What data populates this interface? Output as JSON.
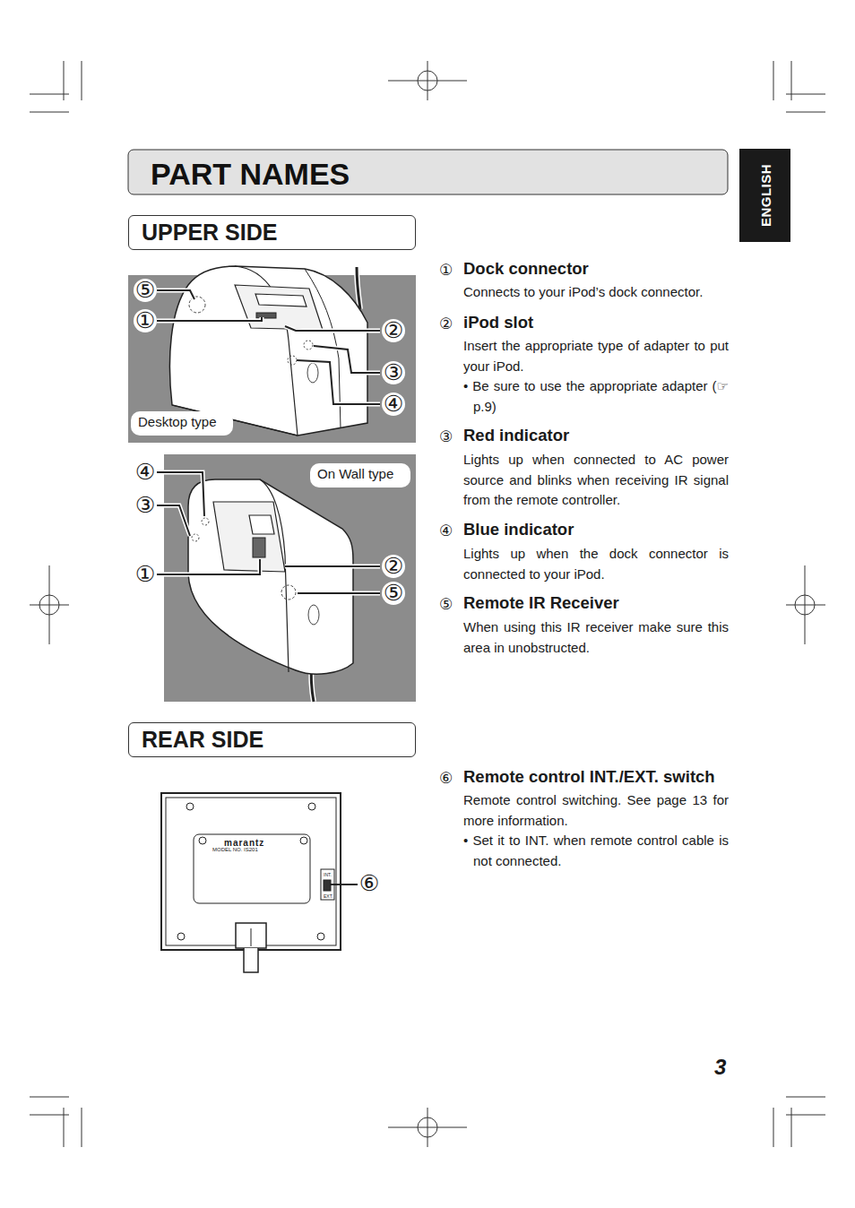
{
  "diagram": {
    "title": "PART NAMES",
    "nodes": [
      {
        "text": [
          "ENGLISH"
        ]
      },
      {
        "text": [
          "UPPER SIDE"
        ]
      },
      {
        "text": [
          "Desktop type"
        ]
      },
      {
        "text": [
          "On Wall type"
        ]
      },
      {
        "text": [
          "REAR SIDE"
        ]
      }
    ],
    "labels": [
      "⑤",
      "①",
      "②",
      "③",
      "④",
      "④",
      "③",
      "①",
      "②",
      "⑤",
      "①",
      "Dock connector",
      "Connects to your iPod’s dock connector.",
      "②",
      "iPod slot",
      "Insert the appropriate type of adapter to put your iPod.",
      "• Be sure to use the appropriate adapter (☞ p.9)",
      "③",
      "Red indicator",
      "Lights up when connected to AC power source and blinks when receiving IR signal from the remote controller.",
      "④",
      "Blue indicator",
      "Lights up when the dock connector is connected to your iPod.",
      "⑤",
      "Remote IR Receiver",
      "When using this IR receiver make sure this area in unobstructed.",
      "marantz",
      "MODEL NO. IS201",
      "INT.",
      "EXT.",
      "⑥",
      "⑥",
      "Remote control INT./EXT. switch",
      "Remote control switching. See page 13 for more information.",
      "• Set it to INT. when remote control cable is not connected.",
      "3"
    ]
  }
}
